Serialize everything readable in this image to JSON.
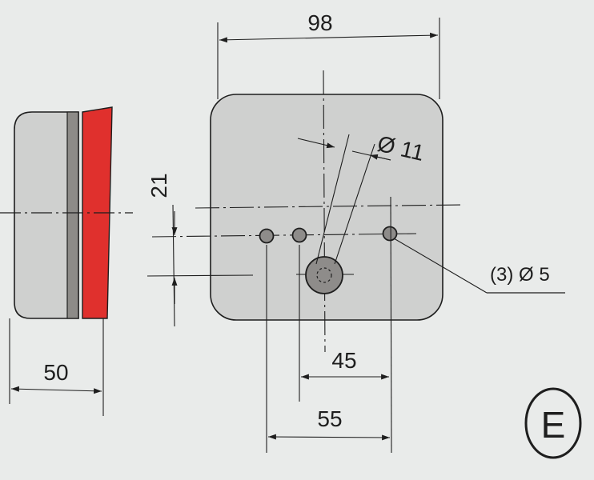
{
  "colors": {
    "paper": "#e9ebea",
    "part_fill": "#cfd0cf",
    "lens_red": "#e0302d",
    "gasket": "#8d8b88",
    "line": "#1e1e1e",
    "mount_hole": "#8e8c8a"
  },
  "dimensions": {
    "total_width": "98",
    "mount_hole": "Ø 11",
    "vertical_offset": "21",
    "hole_note": "(3) Ø 5",
    "spacing_45": "45",
    "spacing_55": "55",
    "depth": "50"
  },
  "approval_mark": "E"
}
